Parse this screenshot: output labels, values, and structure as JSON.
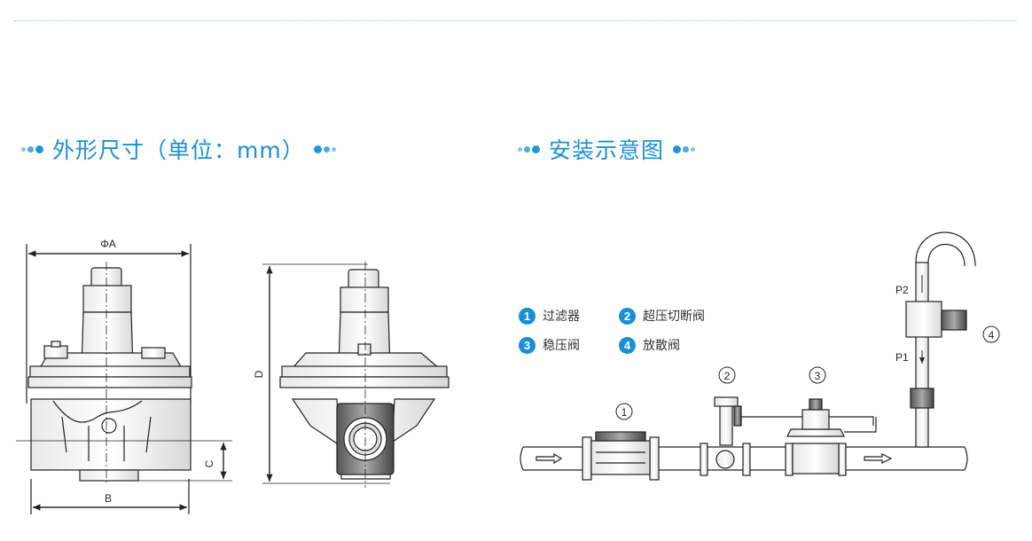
{
  "sections": {
    "dimensions_title": "外形尺寸（单位：mm）",
    "installation_title": "安装示意图"
  },
  "dimension_labels": {
    "phi_a": "ΦA",
    "b": "B",
    "c": "C",
    "d": "D"
  },
  "legend": [
    {
      "num": "1",
      "label": "过滤器"
    },
    {
      "num": "2",
      "label": "超压切断阀"
    },
    {
      "num": "3",
      "label": "稳压阀"
    },
    {
      "num": "4",
      "label": "放散阀"
    }
  ],
  "diagram_markers": {
    "m1": "1",
    "m2": "2",
    "m3": "3",
    "m4": "4",
    "p1": "P1",
    "p2": "P2"
  },
  "colors": {
    "accent": "#1a8fd6",
    "line": "#222222"
  }
}
